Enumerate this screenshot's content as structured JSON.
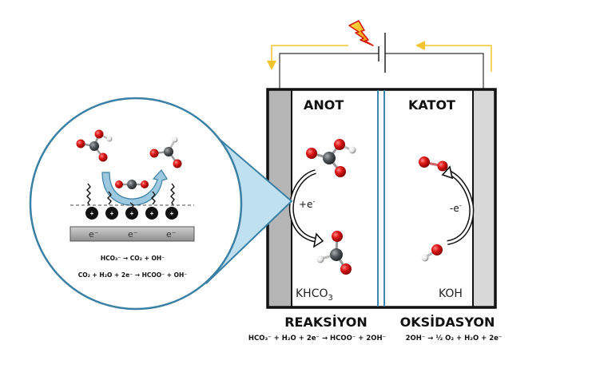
{
  "labels": {
    "anode": "ANOT",
    "cathode": "KATOT",
    "anode_electrolyte": "KHCO",
    "anode_electrolyte_sub": "3",
    "cathode_electrolyte": "KOH",
    "anode_electron": "+e",
    "anode_electron_sup": "-",
    "cathode_electron": "-e",
    "cathode_electron_sup": "-",
    "reaction_title": "REAKSİYON",
    "oxidation_title": "OKSİDASYON",
    "reaction_equation": "HCO₃⁻ + H₂O + 2e⁻ → HCOO⁻ + 2OH⁻",
    "oxidation_equation": "2OH⁻ → ½ O₂ + H₂O + 2e⁻"
  },
  "callout": {
    "electron_labels": [
      "e⁻",
      "e⁻",
      "e⁻"
    ],
    "equation_1": "HCO₃⁻ → CO₂ + OH⁻",
    "equation_2": "CO₂ + H₂O + 2e⁻ → HCOO⁻ + OH⁻"
  },
  "icons": {
    "power": "lightning-bolt-icon",
    "battery": "battery-symbol-icon"
  },
  "colors": {
    "oxygen": "#e01818",
    "carbon": "#555a5e",
    "hydrogen": "#e6e6e6",
    "membrane": "#3f86b0",
    "callout_border": "#3a7fa4",
    "callout_fill": "#bfe0f0",
    "current_arrow": "#f2c530",
    "anode_plate": "#b5b5b5",
    "cathode_plate": "#d8d8d8"
  }
}
